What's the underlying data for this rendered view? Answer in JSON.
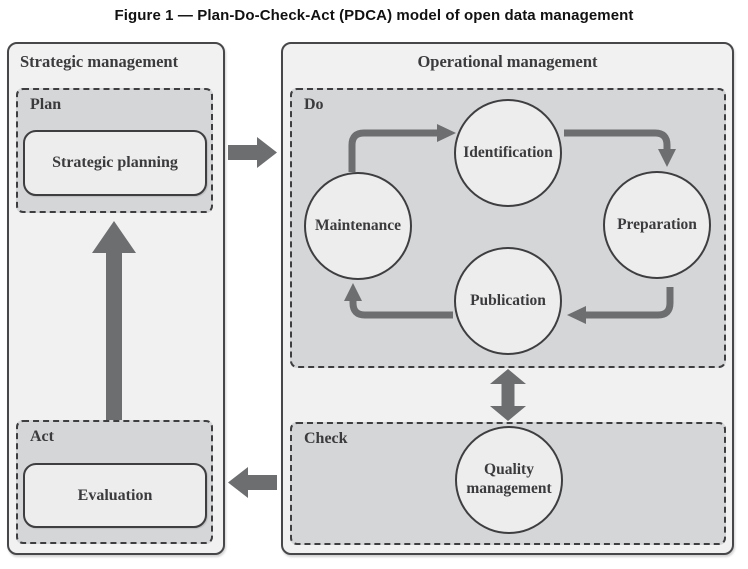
{
  "figure": {
    "title": "Figure 1 — Plan-Do-Check-Act (PDCA) model of open data management"
  },
  "strategic": {
    "title": "Strategic management",
    "plan": {
      "label": "Plan",
      "box": "Strategic planning"
    },
    "act": {
      "label": "Act",
      "box": "Evaluation"
    }
  },
  "operational": {
    "title": "Operational management",
    "do": {
      "label": "Do",
      "nodes": {
        "top": "Identification",
        "right": "Preparation",
        "bottom": "Publication",
        "left": "Maintenance"
      }
    },
    "check": {
      "label": "Check",
      "node": "Quality management"
    }
  },
  "colors": {
    "panel_bg": "#f1f1f2",
    "zone_bg": "#d5d6d7",
    "node_bg": "#ededee",
    "border": "#3e3e41",
    "arrow": "#6d6e70",
    "text": "#3b3b3d",
    "title": "#111111"
  }
}
